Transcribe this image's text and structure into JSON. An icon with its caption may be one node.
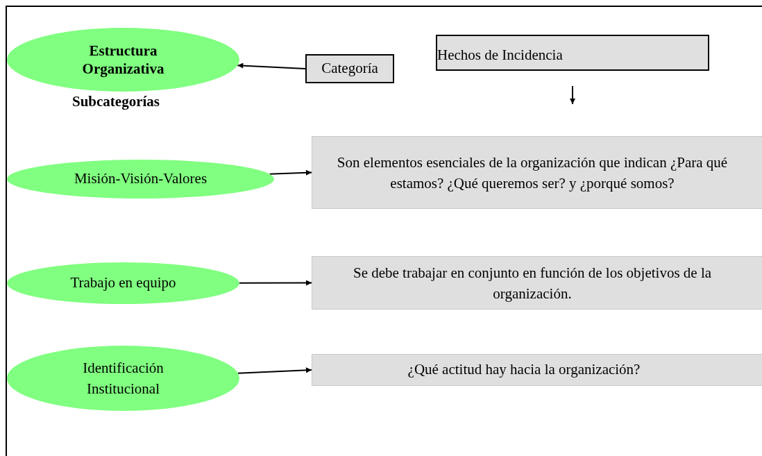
{
  "diagram": {
    "nodes": [
      {
        "text": [
          "Estructura Organizativa"
        ]
      },
      {
        "text": [
          "Categoría"
        ]
      },
      {
        "text": [
          "Hechos de Incidencia"
        ]
      },
      {
        "text": [
          "Misión-Visión-Valores"
        ]
      },
      {
        "text": [
          "Son elementos esenciales de la organización que indican ¿Para qué estamos? ¿Qué queremos ser? y ¿porqué somos?"
        ]
      },
      {
        "text": [
          "Trabajo en equipo"
        ]
      },
      {
        "text": [
          "Se debe trabajar en conjunto en función de los objetivos de la organización."
        ]
      },
      {
        "text": [
          "Identificación Institucional"
        ]
      },
      {
        "text": [
          "¿Qué actitud hay hacia la organización?"
        ]
      }
    ],
    "edges": [
      {
        "from": 1,
        "to": 0,
        "arrow": "to"
      },
      {
        "from": 2,
        "to": 4,
        "arrow": "to"
      },
      {
        "from": 3,
        "to": 4,
        "arrow": "to"
      },
      {
        "from": 5,
        "to": 6,
        "arrow": "to"
      },
      {
        "from": 7,
        "to": 8,
        "arrow": "to"
      }
    ],
    "labels": [
      "Subcategorías"
    ]
  }
}
